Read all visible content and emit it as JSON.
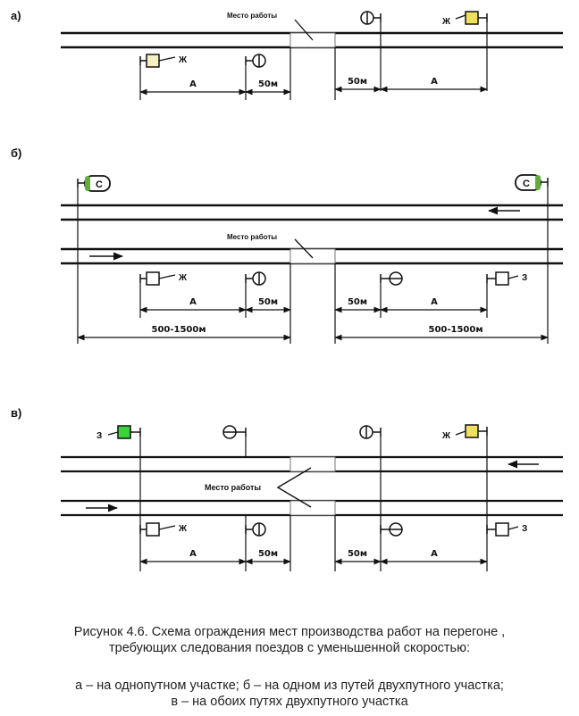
{
  "panels": {
    "a": {
      "letter": "а)",
      "work_place": "Место работы",
      "sig_top_right": "Ж",
      "sig_bottom_left": "Ж",
      "dim_a_left": "А",
      "dim_50_left": "50м",
      "dim_50_right": "50м",
      "dim_a_right": "А"
    },
    "b": {
      "letter": "б)",
      "sig_c_left": "С",
      "sig_c_right": "С",
      "work_place": "Место работы",
      "sig_zh": "Ж",
      "sig_z": "З",
      "dim_a_left": "А",
      "dim_50_left": "50м",
      "dim_50_right": "50м",
      "dim_a_right": "А",
      "dim_range_left": "500-1500м",
      "dim_range_right": "500-1500м"
    },
    "c": {
      "letter": "в)",
      "sig_z_top": "З",
      "sig_zh_top": "Ж",
      "work_place": "Место работы",
      "sig_zh_bottom": "Ж",
      "sig_z_bottom": "З",
      "dim_a_left": "А",
      "dim_50_left": "50м",
      "dim_50_right": "50м",
      "dim_a_right": "А"
    }
  },
  "caption": {
    "line1": "Рисунок 4.6. Схема ограждения мест производства работ на перегоне ,",
    "line2": "требующих следования поездов с уменьшенной скоростью:",
    "line3": "а – на однопутном участке; б – на одном из путей двухпутного участка;",
    "line4": "в – на обоих путях двухпутного участка"
  },
  "colors": {
    "yellow_signal": "#f0e060",
    "green_signal": "#3bd23b",
    "line": "#111111"
  }
}
